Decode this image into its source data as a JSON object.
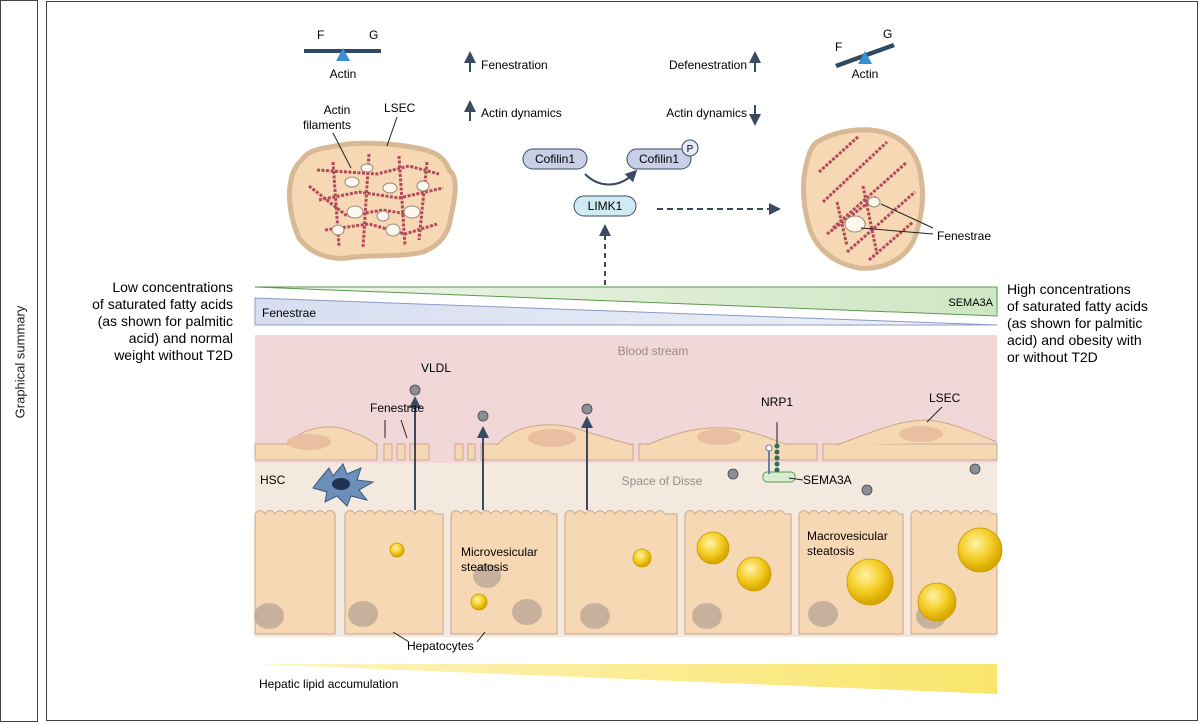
{
  "side_label": "Graphical summary",
  "top": {
    "seesaw_left": {
      "f": "F",
      "g": "G",
      "label": "Actin"
    },
    "seesaw_right": {
      "f": "F",
      "g": "G",
      "label": "Actin"
    },
    "fenestration": "Fenestration",
    "actin_dynamics_up": "Actin dynamics",
    "defenestration": "Defenestration",
    "actin_dynamics_down": "Actin dynamics",
    "actin_filaments": [
      "Actin",
      "filaments"
    ],
    "lsec_top": "LSEC",
    "cofilin_left": "Cofilin1",
    "cofilin_right": "Cofilin1",
    "phospho": "P",
    "limk1": "LIMK1",
    "fenestrae_right": "Fenestrae"
  },
  "gradients": {
    "low_conc": [
      "Low concentrations",
      "of saturated fatty acids",
      "(as shown for palmitic",
      "acid) and normal",
      "weight without T2D"
    ],
    "high_conc": [
      "High concentrations",
      "of saturated fatty acids",
      "(as shown for palmitic",
      "acid) and obesity with",
      "or without T2D"
    ],
    "fenestrae_bar": "Fenestrae",
    "sema3a_bar": "SEMA3A"
  },
  "tissue": {
    "blood_stream": "Blood stream",
    "vldl": "VLDL",
    "fenestrae": "Fenestrae",
    "hsc": "HSC",
    "space_of_disse": "Space of Disse",
    "nrp1": "NRP1",
    "sema3a": "SEMA3A",
    "lsec": "LSEC",
    "microvesicular": [
      "Microvesicular",
      "steatosis"
    ],
    "macrovesicular": [
      "Macrovesicular",
      "steatosis"
    ],
    "hepatocytes": "Hepatocytes",
    "lipid_accumulation": "Hepatic lipid accumulation"
  },
  "colors": {
    "blood": "#f2d7d9",
    "disse": "#f4e9df",
    "cell_fill": "#f7d8b4",
    "cell_stroke": "#c9a88a",
    "nucleus": "#c7b09c",
    "lipid": "#f2c81f",
    "arrow": "#3a4a63",
    "fenestrae_bar": "#dde3f2",
    "sema3a_bar": "#d9ecd2",
    "lipid_bar": "#fbefa0",
    "actin": "#b5485b"
  }
}
